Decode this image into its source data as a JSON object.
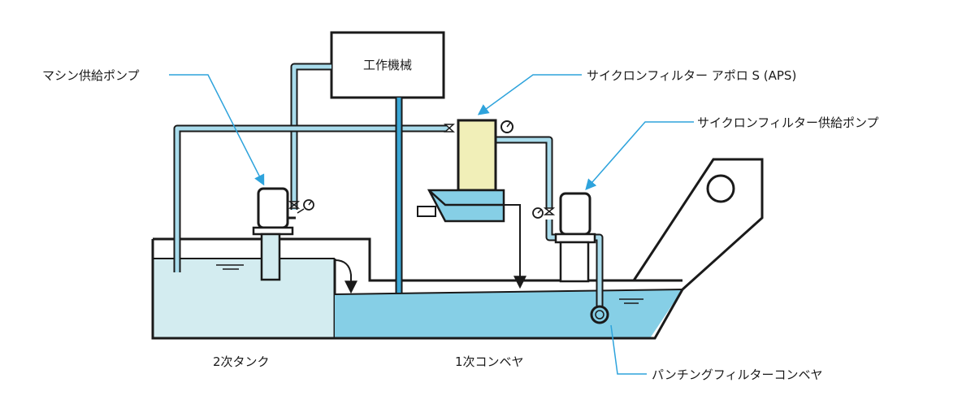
{
  "labels": {
    "machine_tool": "工作機械",
    "machine_pump": "マシン供給ポンプ",
    "cyclone_filter": "サイクロンフィルター アポロ S (APS)",
    "cyclone_pump": "サイクロンフィルター供給ポンプ",
    "secondary_tank": "2次タンク",
    "primary_conveyor": "1次コンベヤ",
    "punching_conveyor": "パンチングフィルターコンベヤ"
  },
  "colors": {
    "outline": "#1a1a1a",
    "pipe_fill": "#a9dcec",
    "pipe_blue": "#3aa7d6",
    "secondary_water": "#d3ecf0",
    "primary_water": "#86cfe6",
    "filter_body": "#f1efb8",
    "leader": "#2ea3dc"
  },
  "icons": [
    "valve-icon",
    "pressure-gauge-icon",
    "flow-arrow-icon"
  ]
}
